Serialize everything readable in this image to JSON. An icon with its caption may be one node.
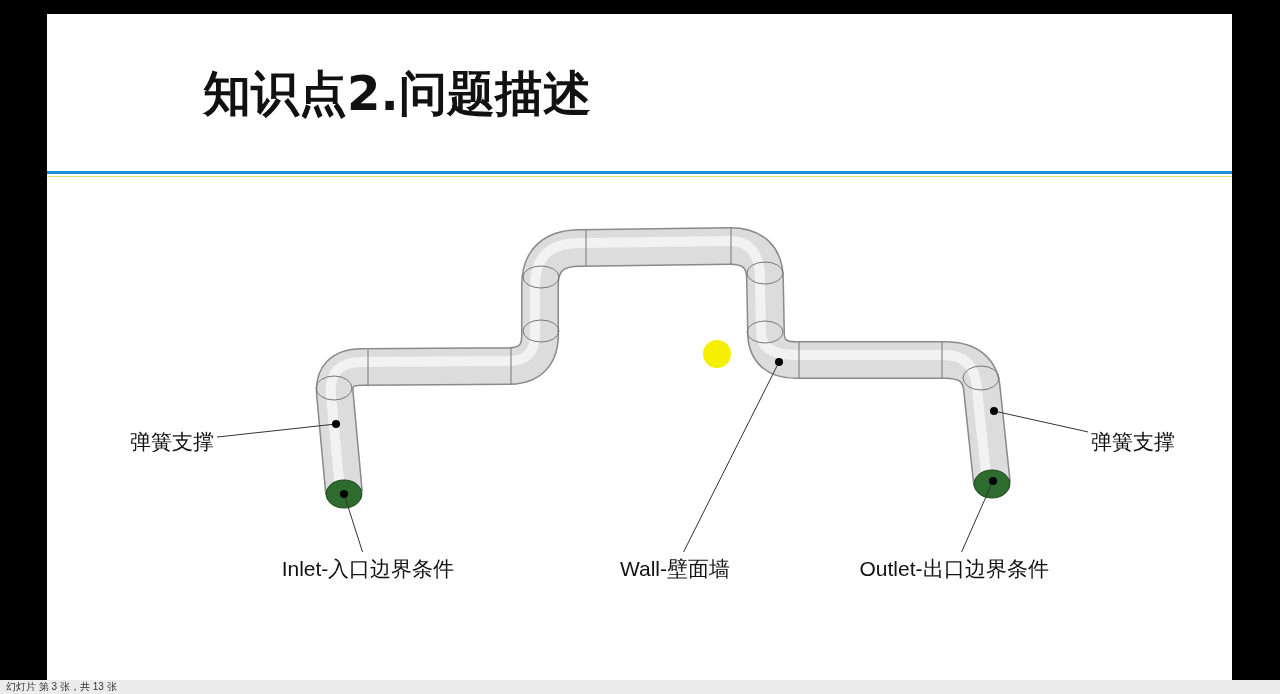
{
  "diagram": {
    "title": "知识点2.问题描述",
    "nodes": [
      {
        "text": [
          "弹簧支撑"
        ]
      },
      {
        "text": [
          "Inlet-入口边界条件"
        ]
      },
      {
        "text": [
          "Wall-壁面墙"
        ]
      },
      {
        "text": [
          "Outlet-出口边界条件"
        ]
      },
      {
        "text": [
          "弹簧支撑"
        ]
      },
      {
        "text": [],
        "shape": "circle"
      },
      {
        "text": [],
        "shape": "circle"
      },
      {
        "text": [],
        "shape": "circle"
      },
      {
        "text": [],
        "shape": "circle"
      },
      {
        "text": [],
        "shape": "circle"
      }
    ],
    "edges": [
      {
        "from": 0,
        "to": 5,
        "arrow": "none"
      },
      {
        "from": 1,
        "to": 6,
        "arrow": "none"
      },
      {
        "from": 2,
        "to": 7,
        "arrow": "none"
      },
      {
        "from": 3,
        "to": 8,
        "arrow": "none"
      },
      {
        "from": 4,
        "to": 9,
        "arrow": "none"
      }
    ],
    "labels": [
      "幻灯片 第 3 张，共 13 张"
    ]
  }
}
